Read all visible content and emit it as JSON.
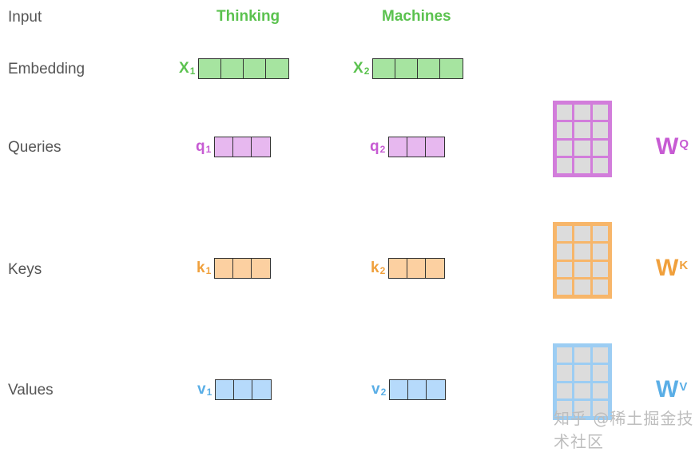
{
  "rows": {
    "input": "Input",
    "embedding": "Embedding",
    "queries": "Queries",
    "keys": "Keys",
    "values": "Values"
  },
  "words": [
    "Thinking",
    "Machines"
  ],
  "embeddings": [
    {
      "letter": "X",
      "sub": "1"
    },
    {
      "letter": "X",
      "sub": "2"
    }
  ],
  "queries": [
    {
      "letter": "q",
      "sub": "1"
    },
    {
      "letter": "q",
      "sub": "2"
    }
  ],
  "keys": [
    {
      "letter": "k",
      "sub": "1"
    },
    {
      "letter": "k",
      "sub": "2"
    }
  ],
  "values": [
    {
      "letter": "v",
      "sub": "1"
    },
    {
      "letter": "v",
      "sub": "2"
    }
  ],
  "weights": {
    "q": {
      "letter": "W",
      "sup": "Q"
    },
    "k": {
      "letter": "W",
      "sup": "K"
    },
    "v": {
      "letter": "W",
      "sup": "V"
    }
  },
  "colors": {
    "green": "#5bc24f",
    "green_fill": "#a6e4a0",
    "purple": "#c75bd3",
    "purple_fill": "#e7b8ef",
    "orange": "#f0a03c",
    "orange_fill": "#fcd0a1",
    "blue": "#5aaee6",
    "blue_fill": "#b6dafb"
  },
  "watermark": "知乎 @稀土掘金技术社区"
}
